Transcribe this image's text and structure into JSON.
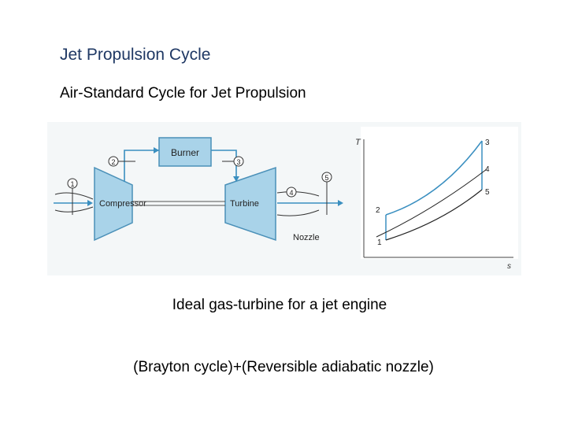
{
  "slide": {
    "title": "Jet Propulsion Cycle",
    "subtitle": "Air-Standard Cycle for Jet Propulsion",
    "caption": "Ideal gas-turbine for a jet engine",
    "caption2": "(Brayton cycle)+(Reversible adiabatic nozzle)"
  },
  "schematic": {
    "burner": "Burner",
    "compressor": "Compressor",
    "turbine": "Turbine",
    "nozzle": "Nozzle",
    "states": [
      "1",
      "2",
      "3",
      "4",
      "5"
    ]
  },
  "ts_diagram": {
    "y_axis": "T",
    "x_axis": "s",
    "points": [
      "1",
      "2",
      "3",
      "4",
      "5"
    ]
  },
  "colors": {
    "title": "#1f3864",
    "component_fill": "#a9d3e9",
    "component_stroke": "#4a90b8",
    "flow_line": "#3a8fc0",
    "cycle_line_top": "#3a8fc0",
    "cycle_line_bottom": "#222222"
  }
}
